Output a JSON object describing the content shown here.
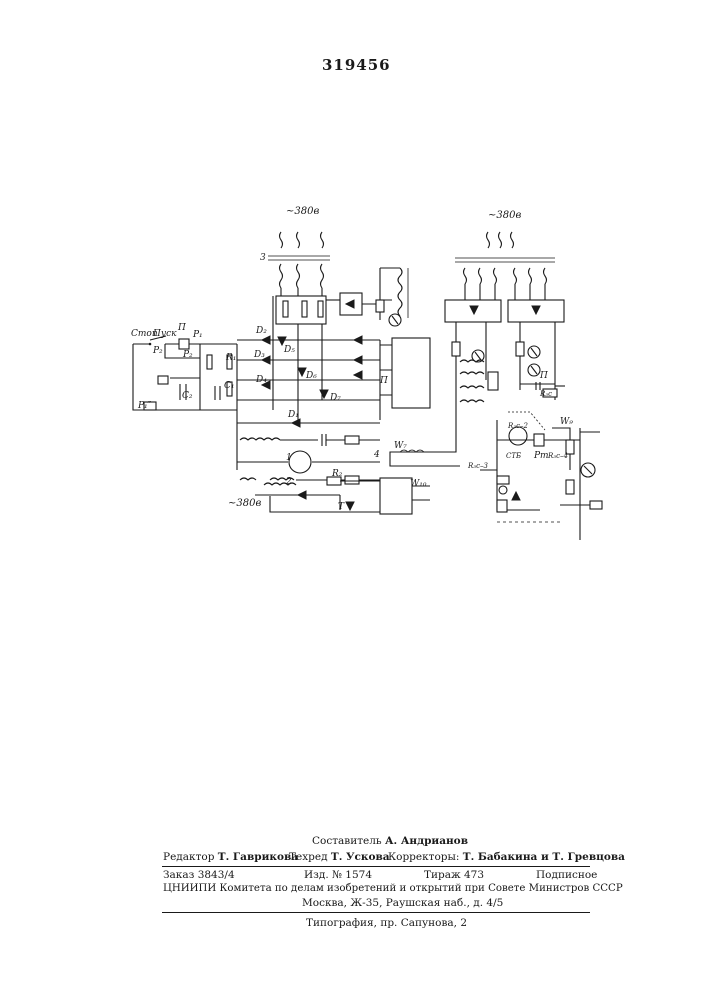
{
  "header": {
    "patent_number": "319456"
  },
  "diagram": {
    "labels": {
      "mains_left": "~380в",
      "mains_right": "~380в",
      "mains_bottom": "~380в",
      "transformer": "3",
      "stop": "Стоп",
      "start": "Пуск",
      "p_contact": "П",
      "p1": "Р₁",
      "p2": "Р₂",
      "p2b": "Р₂",
      "p1pp": "Р₁″",
      "c2": "С₂",
      "c1": "С₁",
      "r1": "R₁",
      "d1": "D₁",
      "d2": "D₂",
      "d3": "D₃",
      "d4": "D₄",
      "d5": "D₅",
      "d6": "D₆",
      "d7": "D₇",
      "motor": "1",
      "field": "2",
      "n4": "4",
      "r2": "R₂",
      "w10": "W₁₀",
      "t": "Т",
      "p_right": "П",
      "p_mid": "П",
      "w7": "W₇",
      "w9": "W₉",
      "rzc2": "R₃с–2",
      "rzc3": "R₃с–3",
      "rzc4": "R₃с–4",
      "rzc": "R₃с",
      "ctb": "СТБ",
      "pt": "Рт"
    }
  },
  "colophon": {
    "compiler_label": "Составитель",
    "compiler": "А. Андрианов",
    "editor_label": "Редактор",
    "editor": "Т. Гаврикова",
    "techred_label": "Техред",
    "techred": "Т. Ускова",
    "correctors_label": "Корректоры:",
    "correctors": "Т. Бабакина и Т. Гревцова",
    "order": "Заказ 3843/4",
    "edition": "Изд. № 1574",
    "print_run": "Тираж 473",
    "subscription": "Подписное",
    "institute": "ЦНИИПИ Комитета по делам изобретений и открытий при Совете Министров СССР",
    "address": "Москва, Ж-35, Раушская наб., д. 4/5",
    "printing": "Типография, пр. Сапунова, 2"
  }
}
